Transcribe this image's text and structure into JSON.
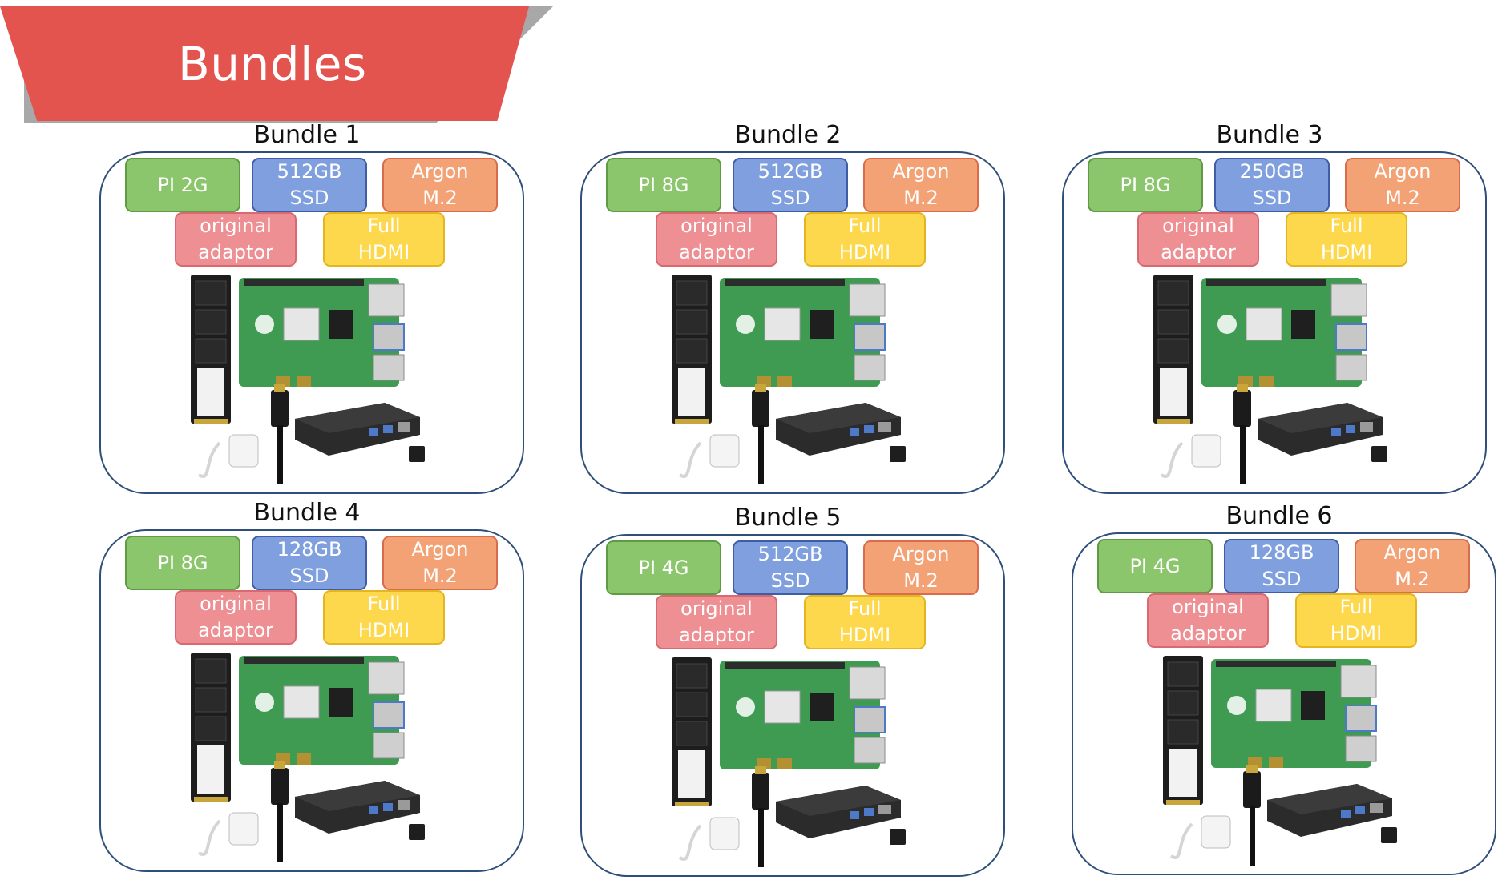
{
  "header": {
    "title": "Bundles"
  },
  "bundles": [
    {
      "title": "Bundle 1",
      "pi": "PI 2G",
      "ssd": "512GB\nSSD",
      "case": "Argon\nM.2",
      "adaptor": "original\nadaptor",
      "hdmi": "Full\nHDMI"
    },
    {
      "title": "Bundle 2",
      "pi": "PI 8G",
      "ssd": "512GB\nSSD",
      "case": "Argon\nM.2",
      "adaptor": "original\nadaptor",
      "hdmi": "Full\nHDMI"
    },
    {
      "title": "Bundle 3",
      "pi": "PI 8G",
      "ssd": "250GB\nSSD",
      "case": "Argon\nM.2",
      "adaptor": "original\nadaptor",
      "hdmi": "Full\nHDMI"
    },
    {
      "title": "Bundle 4",
      "pi": "PI 8G",
      "ssd": "128GB\nSSD",
      "case": "Argon\nM.2",
      "adaptor": "original\nadaptor",
      "hdmi": "Full\nHDMI"
    },
    {
      "title": "Bundle 5",
      "pi": "PI 4G",
      "ssd": "512GB\nSSD",
      "case": "Argon\nM.2",
      "adaptor": "original\nadaptor",
      "hdmi": "Full\nHDMI"
    },
    {
      "title": "Bundle 6",
      "pi": "PI 4G",
      "ssd": "128GB\nSSD",
      "case": "Argon\nM.2",
      "adaptor": "original\nadaptor",
      "hdmi": "Full\nHDMI"
    }
  ],
  "colors": {
    "banner": "#e3544f",
    "pi_tag": "#8cc66c",
    "ssd_tag": "#7f9fde",
    "argon_tag": "#f3a276",
    "adaptor_tag": "#ee8f93",
    "hdmi_tag": "#fed84c",
    "frame_border": "#2f4f7a"
  }
}
